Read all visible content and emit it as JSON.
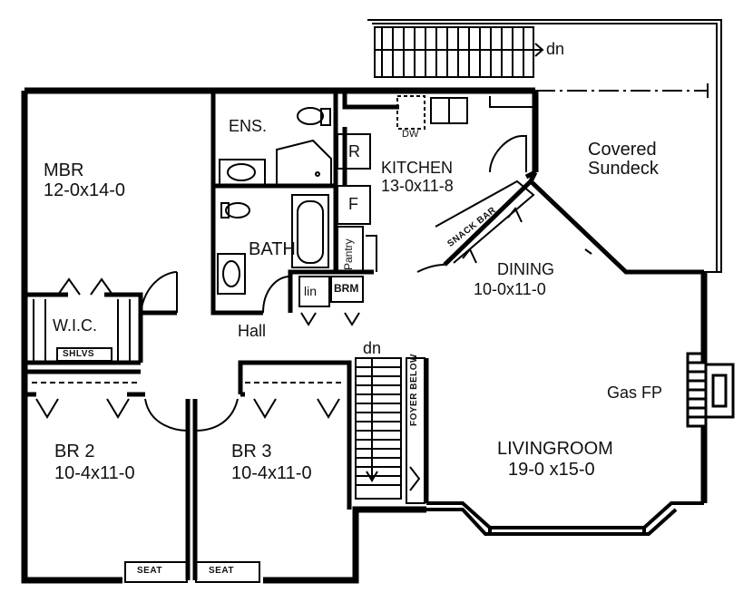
{
  "rooms": {
    "mbr": {
      "name": "MBR",
      "size": "12-0x14-0"
    },
    "ens": {
      "name": "ENS."
    },
    "kitchen": {
      "name": "KITCHEN",
      "size": "13-0x11-8"
    },
    "covered_sundeck": {
      "line1": "Covered",
      "line2": "Sundeck"
    },
    "bath": {
      "name": "BATH"
    },
    "dining": {
      "name": "DINING",
      "size": "10-0x11-0"
    },
    "wic": {
      "name": "W.I.C."
    },
    "hall": {
      "name": "Hall"
    },
    "br2": {
      "name": "BR 2",
      "size": "10-4x11-0"
    },
    "br3": {
      "name": "BR 3",
      "size": "10-4x11-0"
    },
    "livingroom": {
      "name": "LIVINGROOM",
      "size": "19-0 x15-0"
    }
  },
  "fixtures": {
    "dw": "DW",
    "r": "R",
    "f": "F",
    "pantry": "Pantry",
    "lin": "lin",
    "brm": "BRM",
    "shlvs": "SHLVS",
    "snack_bar": "SNACK BAR",
    "foyer_below": "FOYER BELOW",
    "gas_fp": "Gas FP",
    "seat_left": "SEAT",
    "seat_right": "SEAT"
  },
  "stairs": {
    "upper_dn": "dn",
    "main_dn": "dn"
  }
}
